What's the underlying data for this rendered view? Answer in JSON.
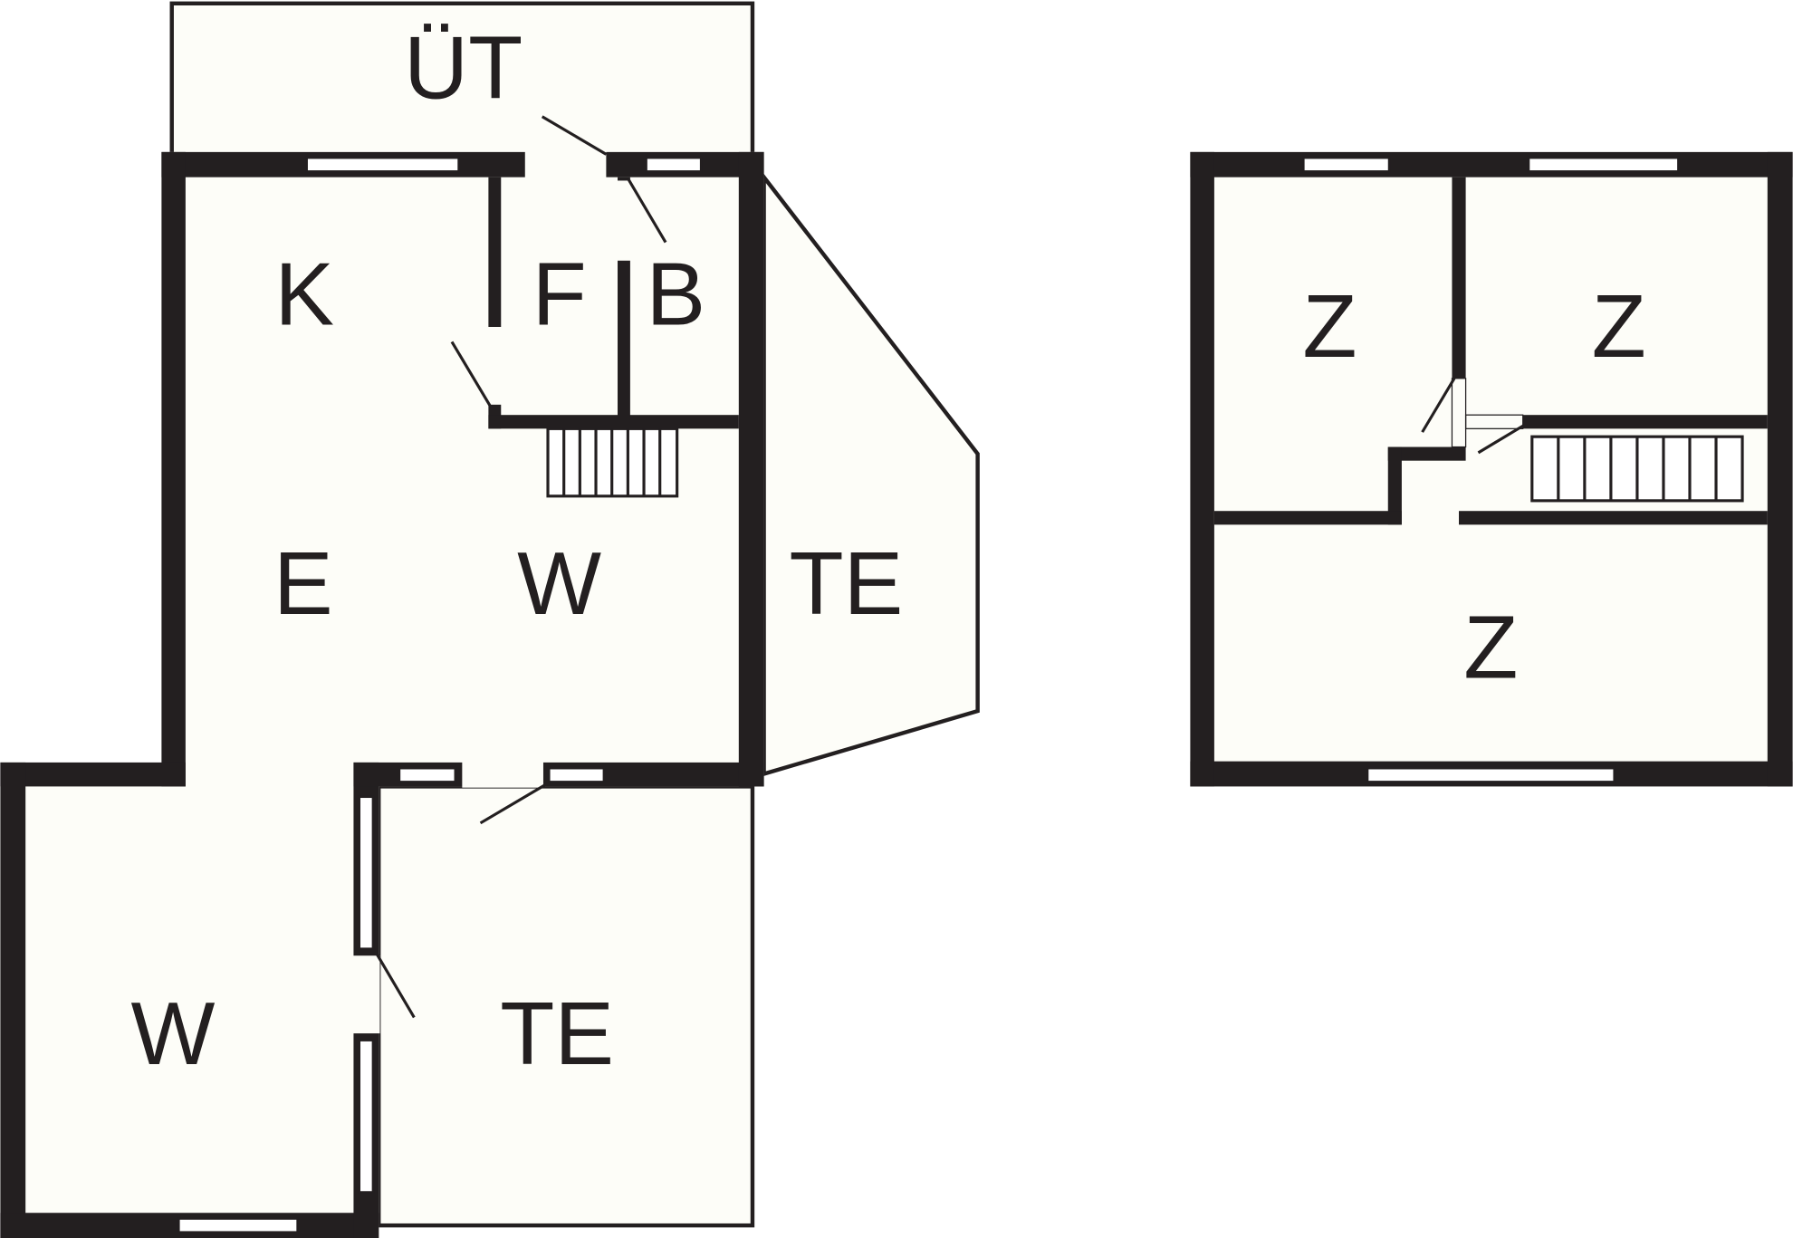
{
  "plan": {
    "colors": {
      "wall": "#231f20",
      "floor": "#fdfdf8"
    },
    "ground_floor": {
      "rooms": {
        "balcony": "ÜT",
        "kitchen": "K",
        "f_room": "F",
        "bathroom": "B",
        "e_room": "E",
        "living_center": "W",
        "terrace_right": "TE",
        "living_bottom": "W",
        "terrace_bottom": "TE"
      }
    },
    "upper_floor": {
      "rooms": {
        "room_top_left": "Z",
        "room_top_right": "Z",
        "room_bottom": "Z"
      }
    }
  }
}
